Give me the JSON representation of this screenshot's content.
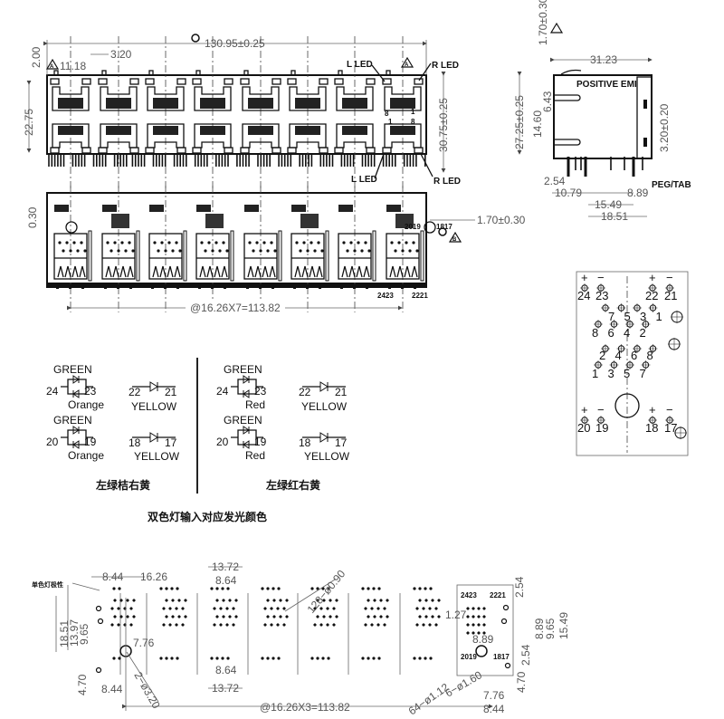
{
  "front_view": {
    "width_dim": "130.95±0.25",
    "pitch_dim": "3.20",
    "offset_dim": "11.18",
    "top_dim": "2.00",
    "height_dim": "22.75",
    "total_height_dim": "30.75±0.25",
    "l_led_top": "L LED",
    "r_led_top": "R LED",
    "l_led_bottom": "L LED",
    "r_led_bottom": "R LED",
    "pin_8a": "8",
    "pin_1a": "1",
    "pin_1b": "1",
    "pin_8b": "8",
    "mark_a": "A",
    "mark_a2": "A"
  },
  "bottom_view": {
    "offset_dim": "0.30",
    "peg_dim": "1.70±0.30",
    "pins_top_left": "2019",
    "pins_top_right": "1817",
    "pins_bottom_left": "2423",
    "pins_bottom_right": "2221",
    "pitch_dim": "@16.26X7=113.82",
    "mark_b": "B"
  },
  "side_view": {
    "depth_dim": "31.23",
    "positive_emi": "POSITIVE EMI",
    "top_dim": "1.70±0.30",
    "height_dim": "27.25±0.25",
    "dim_14_60": "14.60",
    "dim_6_43": "6.43",
    "dim_3_20": "3.20±0.20",
    "dim_2_54": "2.54",
    "dim_10_79": "10.79",
    "dim_8_89": "8.89",
    "dim_15_49": "15.49",
    "dim_18_51": "18.51",
    "peg_tab": "PEG/TAB"
  },
  "pinout": {
    "plus": "+",
    "minus": "−",
    "top_left": [
      "24",
      "23"
    ],
    "top_right": [
      "22",
      "21"
    ],
    "row1": [
      "7",
      "5",
      "3",
      "1"
    ],
    "row2": [
      "8",
      "6",
      "4",
      "2"
    ],
    "row3": [
      "2",
      "4",
      "6",
      "8"
    ],
    "row4": [
      "1",
      "3",
      "5",
      "7"
    ],
    "bottom_left": [
      "20",
      "19"
    ],
    "bottom_right": [
      "18",
      "17"
    ]
  },
  "led_schematic": {
    "left": {
      "green1": "GREEN",
      "p24": "24",
      "p23": "23",
      "color1": "Orange",
      "green2": "GREEN",
      "p20": "20",
      "p19": "19",
      "color2": "Orange",
      "p22": "22",
      "p21": "21",
      "yellow1": "YELLOW",
      "p18": "18",
      "p17": "17",
      "yellow2": "YELLOW",
      "caption": "左绿桔右黄"
    },
    "right": {
      "green1": "GREEN",
      "p24": "24",
      "p23": "23",
      "color1": "Red",
      "green2": "GREEN",
      "p20": "20",
      "p19": "19",
      "color2": "Red",
      "p22": "22",
      "p21": "21",
      "yellow1": "YELLOW",
      "p18": "18",
      "p17": "17",
      "yellow2": "YELLOW",
      "caption": "左绿红右黄"
    },
    "title": "双色灯输入对应发光颜色"
  },
  "pcb_layout": {
    "mono_led_polarity": "单色灯极性",
    "d_8_44_top": "8.44",
    "d_16_26": "16.26",
    "d_13_72_top": "13.72",
    "d_8_64_top": "8.64",
    "d_holes": "128−ø0.90",
    "d_18_51": "18.51",
    "d_13_97": "13.97",
    "d_9_65": "9.65",
    "d_7_76": "7.76",
    "d_4_70": "4.70",
    "d_8_44_bottom": "8.44",
    "d_8_64_bottom": "8.64",
    "d_13_72_bottom": "13.72",
    "d_peg": "2−ø3.20",
    "d_pitch": "@16.26X3=113.82",
    "d_64_holes": "64−ø1.12",
    "d_6_holes": "6−ø1.60",
    "d_1_27": "1.27",
    "d_8_89_h": "8.89",
    "d_2_54_top": "2.54",
    "d_2_54_side": "2.54",
    "d_8_89_v": "8.89",
    "d_9_65_r": "9.65",
    "d_15_49": "15.49",
    "d_4_70_r": "4.70",
    "d_7_76_r": "7.76",
    "d_8_44_r": "8.44",
    "pins_tl": "2423",
    "pins_tr": "2221",
    "pins_bl": "2019",
    "pins_br": "1817"
  }
}
